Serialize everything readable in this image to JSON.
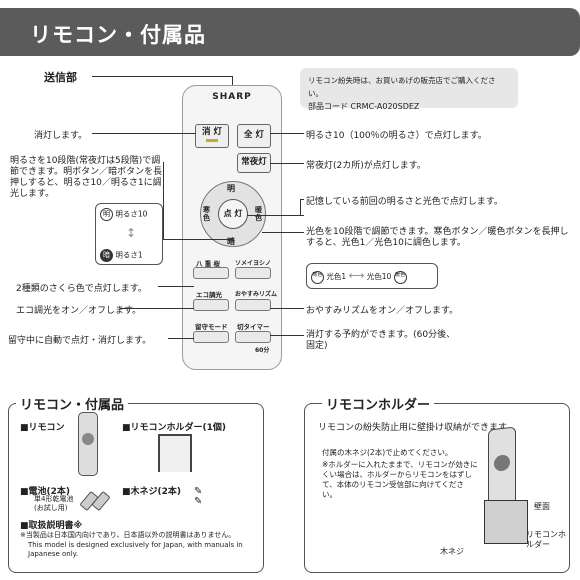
{
  "header": {
    "title": "リモコン・付属品"
  },
  "notice": {
    "line1": "リモコン紛失時は、お買いあげの販売店でご購入ください。",
    "line2": "部品コード CRMC-A020SDEZ"
  },
  "remote": {
    "brand": "SHARP",
    "buttons": {
      "off": "消 灯",
      "full": "全 灯",
      "night": "常夜灯",
      "bright": "明",
      "dark": "暗",
      "cold": "寒色",
      "warm": "暖色",
      "center": "点 灯",
      "yae": "八 重 桜",
      "somei": "ソメイヨシノ",
      "eco": "エコ調光",
      "rhythm": "おやすみリズム",
      "away": "留守モード",
      "timer": "切タイマー",
      "timer_sub": "60分"
    }
  },
  "callouts": {
    "transmitter": "送信部",
    "off": "消灯します。",
    "full": "明るさ10（100％の明るさ）で点灯します。",
    "night": "常夜灯(2カ所)が点灯します。",
    "brightness": "明るさを10段階(常夜灯は5段階)で調節できます。明ボタン／暗ボタンを長押しすると、明るさ10／明るさ1に調光します。",
    "memory": "記憶している前回の明るさと光色で点灯します。",
    "color": "光色を10段階で調節できます。寒色ボタン／暖色ボタンを長押しすると、光色1／光色10に調色します。",
    "sakura": "2種類のさくら色で点灯します。",
    "eco": "エコ調光をオン／オフします。",
    "rhythm": "おやすみリズムをオン／オフします。",
    "away": "留守中に自動で点灯・消灯します。",
    "timer": "消灯する予約ができます。(60分後、固定)"
  },
  "legend_bright": {
    "top_icon": "明",
    "top": "明るさ10",
    "bottom_icon": "暗",
    "bottom": "明るさ1"
  },
  "legend_color": {
    "left_icon": "寒色",
    "left": "光色1",
    "right": "光色10",
    "right_icon": "暖色"
  },
  "accessories": {
    "title": "リモコン・付属品",
    "remote": "■リモコン",
    "holder": "■リモコンホルダー(1個)",
    "battery": "■電池(2本)",
    "battery_sub1": "単4形乾電池",
    "battery_sub2": "(お試し用)",
    "screw": "■木ネジ(2本)",
    "manual": "■取扱説明書※",
    "footnote1": "※当製品は日本国内向けであり、日本語以外の説明書はありません。",
    "footnote2": "This model is designed exclusively for Japan, with manuals in Japanese only."
  },
  "holder_section": {
    "title": "リモコンホルダー",
    "desc": "リモコンの紛失防止用に壁掛け収納ができます。",
    "note1": "付属の木ネジ(2本)で止めてください。",
    "note2": "※ホルダーに入れたままで、リモコンが効きにくい場合は、ホルダーからリモコンをはずして、本体のリモコン受信部に向けてください。",
    "label_wall": "壁面",
    "label_holder": "リモコンホルダー",
    "label_screw": "木ネジ"
  }
}
